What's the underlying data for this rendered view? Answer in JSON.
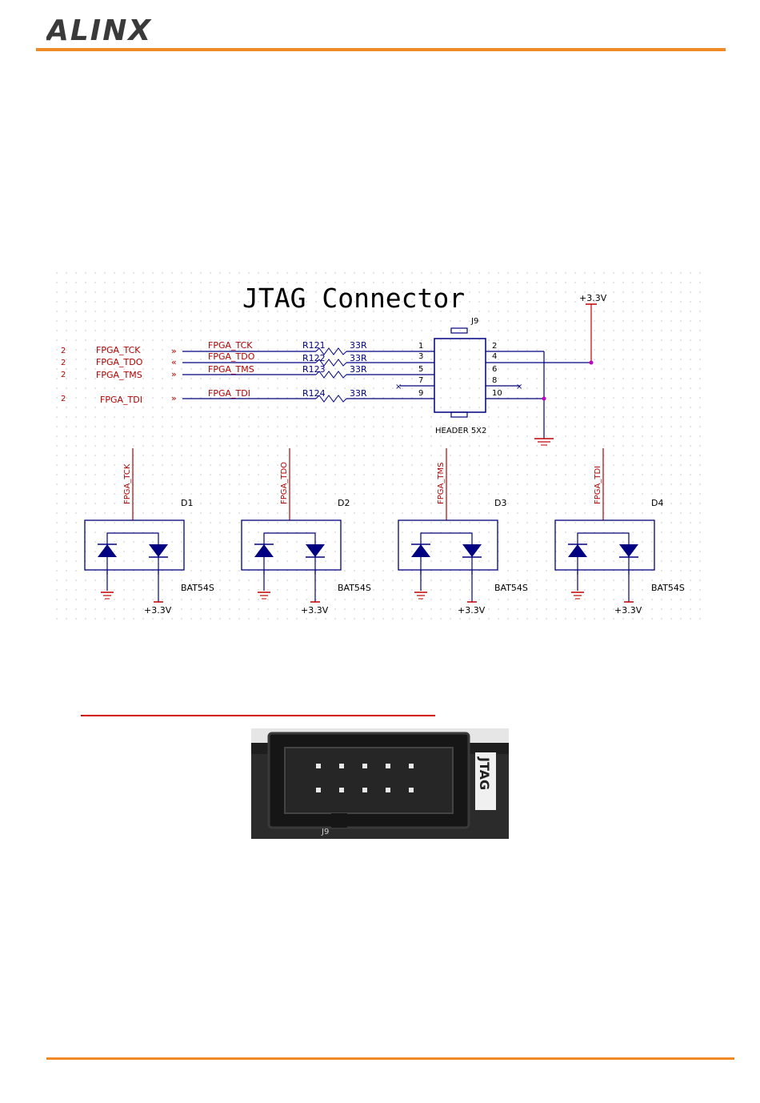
{
  "brand": {
    "logo_text": "ALINX",
    "accent_color": "#f08a24"
  },
  "schematic": {
    "title": "JTAG Connector",
    "power_rail": "+3.3V",
    "connector": {
      "ref": "J9",
      "part": "HEADER 5X2",
      "left_pins": [
        "1",
        "3",
        "5",
        "7",
        "9"
      ],
      "right_pins": [
        "2",
        "4",
        "6",
        "8",
        "10"
      ]
    },
    "signals": [
      {
        "sheet": "2",
        "port": "FPGA_TCK",
        "net": "FPGA_TCK",
        "resistor": "R121",
        "value": "33R"
      },
      {
        "sheet": "2",
        "port": "FPGA_TDO",
        "net": "FPGA_TDO",
        "resistor": "R122",
        "value": "33R"
      },
      {
        "sheet": "2",
        "port": "FPGA_TMS",
        "net": "FPGA_TMS",
        "resistor": "R123",
        "value": "33R"
      },
      {
        "sheet": "2",
        "port": "FPGA_TDI",
        "net": "FPGA_TDI",
        "resistor": "R124",
        "value": "33R"
      }
    ],
    "diodes": [
      {
        "ref": "D1",
        "net": "FPGA_TCK",
        "part": "BAT54S",
        "rail": "+3.3V"
      },
      {
        "ref": "D2",
        "net": "FPGA_TDO",
        "part": "BAT54S",
        "rail": "+3.3V"
      },
      {
        "ref": "D3",
        "net": "FPGA_TMS",
        "part": "BAT54S",
        "rail": "+3.3V"
      },
      {
        "ref": "D4",
        "net": "FPGA_TDI",
        "part": "BAT54S",
        "rail": "+3.3V"
      }
    ],
    "colors": {
      "net_red": "#b20000",
      "wire_blue": "#000080",
      "power_red": "#c00000",
      "junction": "#c000c0"
    }
  },
  "photo": {
    "silkscreen_label": "JTAG",
    "header_label": "J9"
  }
}
